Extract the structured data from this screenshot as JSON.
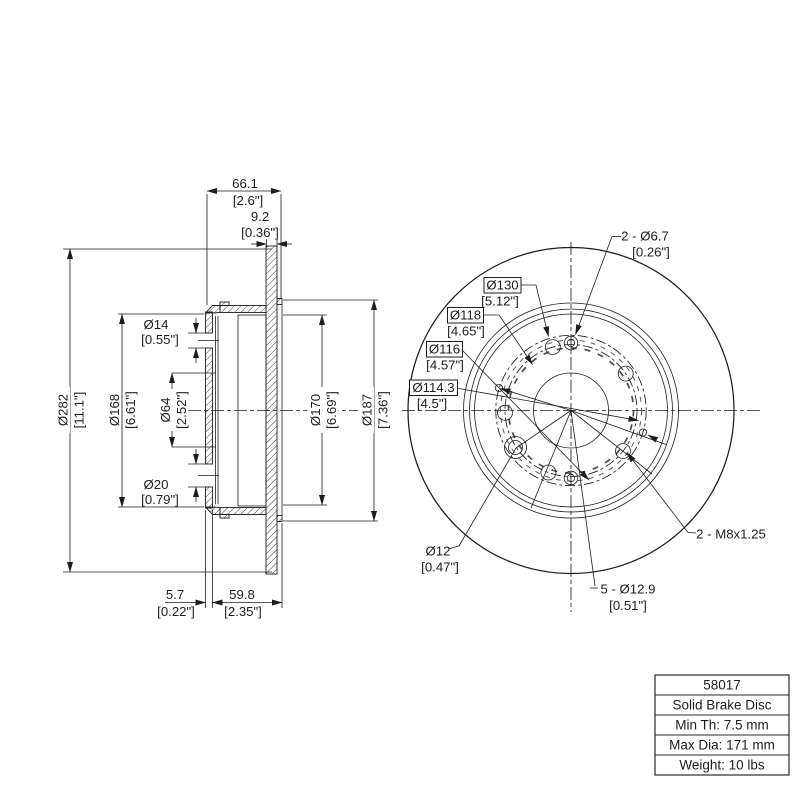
{
  "title_block": {
    "rows": [
      "58017",
      "Solid Brake Disc",
      "Min Th: 7.5 mm",
      "Max Dia: 171 mm",
      "Weight: 10 lbs"
    ]
  },
  "section": {
    "overall_width": {
      "mm": "66.1",
      "in": "[2.6\"]"
    },
    "disc_thickness": {
      "mm": "9.2",
      "in": "[0.36\"]"
    },
    "outer_dia": {
      "mm": "Ø282",
      "in": "[11.1\"]"
    },
    "hat_dia": {
      "mm": "Ø168",
      "in": "[6.61\"]"
    },
    "hole14": {
      "mm": "Ø14",
      "in": "[0.55\"]"
    },
    "bore": {
      "mm": "Ø64",
      "in": "[2.52\"]"
    },
    "hole20": {
      "mm": "Ø20",
      "in": "[0.79\"]"
    },
    "drum_inner": {
      "mm": "Ø170",
      "in": "[6.69\"]"
    },
    "drum_outer": {
      "mm": "Ø187",
      "in": "[7.36\"]"
    },
    "wall": {
      "mm": "5.7",
      "in": "[0.22\"]"
    },
    "hat_depth": {
      "mm": "59.8",
      "in": "[2.35\"]"
    }
  },
  "front": {
    "d130": {
      "mm": "Ø130",
      "in": "[5.12\"]"
    },
    "d118": {
      "mm": "Ø118",
      "in": "[4.65\"]"
    },
    "d116": {
      "mm": "Ø116",
      "in": "[4.57\"]"
    },
    "d1143": {
      "mm": "Ø114.3",
      "in": "[4.5\"]"
    },
    "holes67": {
      "label": "2 - Ø6.7",
      "in": "[0.26\"]"
    },
    "m8": {
      "label": "2 - M8x1.25"
    },
    "d12": {
      "mm": "Ø12",
      "in": "[0.47\"]"
    },
    "holes129": {
      "label": "5 - Ø12.9",
      "in": "[0.51\"]"
    }
  }
}
